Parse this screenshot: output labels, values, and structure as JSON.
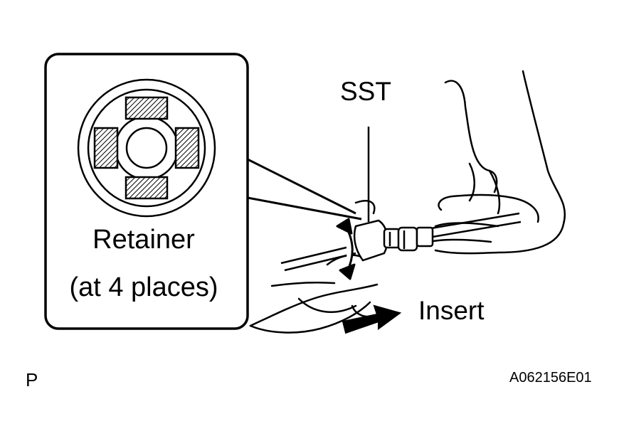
{
  "labels": {
    "sst": "SST",
    "retainer": "Retainer",
    "places": "(at 4 places)",
    "insert": "Insert",
    "corner": "P",
    "code": "A062156E01"
  }
}
